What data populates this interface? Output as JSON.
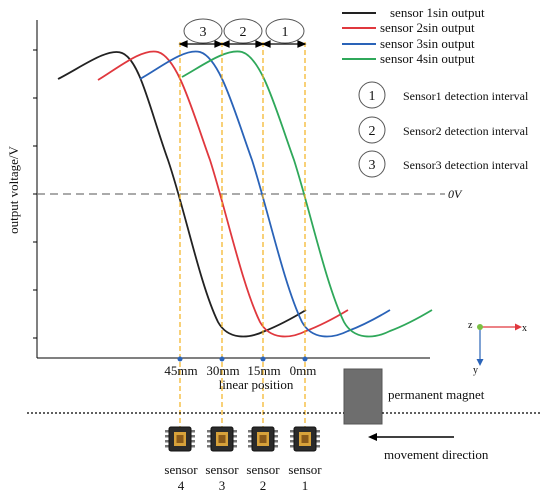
{
  "legend": {
    "sensor1": "sensor 1sin output",
    "sensor2": "sensor 2sin output",
    "sensor3": "sensor 3sin output",
    "sensor4": "sensor 4sin output",
    "colors": [
      "#222222",
      "#e0383e",
      "#2a63b8",
      "#2fa85a"
    ]
  },
  "intervals": [
    {
      "num": "1",
      "label": "Sensor1 detection interval"
    },
    {
      "num": "2",
      "label": "Sensor2 detection interval"
    },
    {
      "num": "3",
      "label": "Sensor3 detection interval"
    }
  ],
  "axes": {
    "ylabel": "output voltage/V",
    "zero_label": "0V",
    "xlabel": "linear position",
    "ticks": [
      "45mm",
      "30mm",
      "15mm",
      "0mm"
    ]
  },
  "sensors": [
    {
      "name": "sensor",
      "num": "4"
    },
    {
      "name": "sensor",
      "num": "3"
    },
    {
      "name": "sensor",
      "num": "2"
    },
    {
      "name": "sensor",
      "num": "1"
    }
  ],
  "magnet_label": "permanent magnet",
  "movement_label": "movement direction",
  "coord": {
    "x": "x",
    "y": "y",
    "z": "z"
  }
}
